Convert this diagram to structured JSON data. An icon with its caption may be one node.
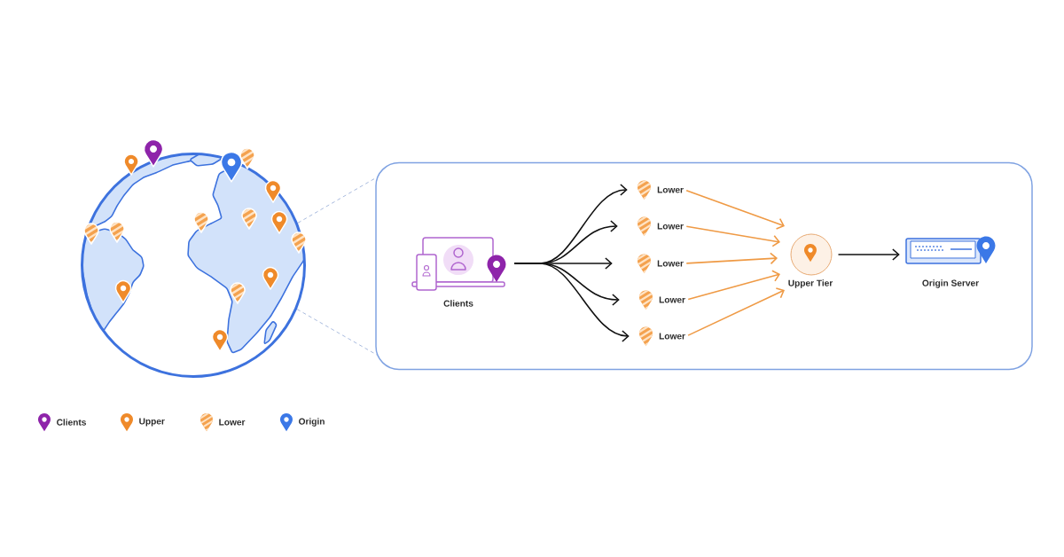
{
  "diagram": {
    "nodes": [
      {
        "text": [],
        "shape": "picture"
      },
      {
        "text": [],
        "shape": "box"
      },
      {
        "text": [
          "Clients"
        ],
        "in": 1
      },
      {
        "text": [
          "Lower"
        ],
        "in": 1
      },
      {
        "text": [
          "Lower"
        ],
        "in": 1
      },
      {
        "text": [
          "Lower"
        ],
        "in": 1
      },
      {
        "text": [
          "Lower"
        ],
        "in": 1
      },
      {
        "text": [
          "Lower"
        ],
        "in": 1
      },
      {
        "text": [
          "Upper Tier"
        ],
        "in": 1
      },
      {
        "text": [
          "Origin Server"
        ],
        "in": 1
      }
    ],
    "edges": [
      {
        "from": 0,
        "to": 1,
        "arrow": "none",
        "style": "dashed",
        "color": "#a3b6dc"
      },
      {
        "from": 0,
        "to": 1,
        "arrow": "none",
        "style": "dashed",
        "color": "#a3b6dc"
      },
      {
        "from": 2,
        "to": 3,
        "arrow": "to"
      },
      {
        "from": 2,
        "to": 4,
        "arrow": "to"
      },
      {
        "from": 2,
        "to": 5,
        "arrow": "to"
      },
      {
        "from": 2,
        "to": 6,
        "arrow": "to"
      },
      {
        "from": 2,
        "to": 7,
        "arrow": "to"
      },
      {
        "from": 3,
        "to": 8,
        "arrow": "to",
        "color": "#ef9a45"
      },
      {
        "from": 4,
        "to": 8,
        "arrow": "to",
        "color": "#ef9a45"
      },
      {
        "from": 5,
        "to": 8,
        "arrow": "to",
        "color": "#ef9a45"
      },
      {
        "from": 6,
        "to": 8,
        "arrow": "to",
        "color": "#ef9a45"
      },
      {
        "from": 7,
        "to": 8,
        "arrow": "to",
        "color": "#ef9a45"
      },
      {
        "from": 8,
        "to": 9,
        "arrow": "to"
      }
    ],
    "legend": [
      {
        "text": "Clients"
      },
      {
        "text": "Upper"
      },
      {
        "text": "Lower"
      },
      {
        "text": "Origin"
      }
    ]
  }
}
